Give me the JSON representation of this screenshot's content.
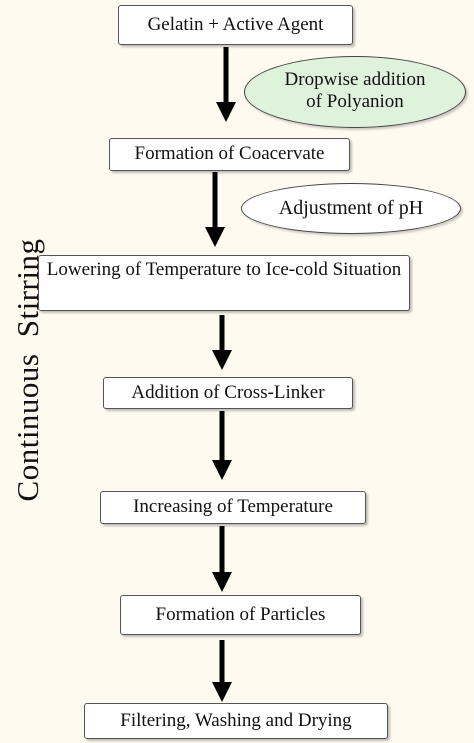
{
  "steps": [
    "Gelatin + Active Agent",
    "Formation of Coacervate",
    "Lowering of Temperature to Ice-cold Situation",
    "Addition of Cross-Linker",
    "Increasing of Temperature",
    "Formation of Particles",
    "Filtering, Washing and Drying"
  ],
  "annotations": {
    "polyanion": "Dropwise addition of Polyanion",
    "ph": "Adjustment of pH"
  },
  "side_label": {
    "word1": "Continuous",
    "word2": "Stirring"
  },
  "colors": {
    "background": "#fffaf0",
    "polyanion_fill": "#dff3dc",
    "ph_fill": "#ffffff",
    "arrow": "#000000"
  }
}
